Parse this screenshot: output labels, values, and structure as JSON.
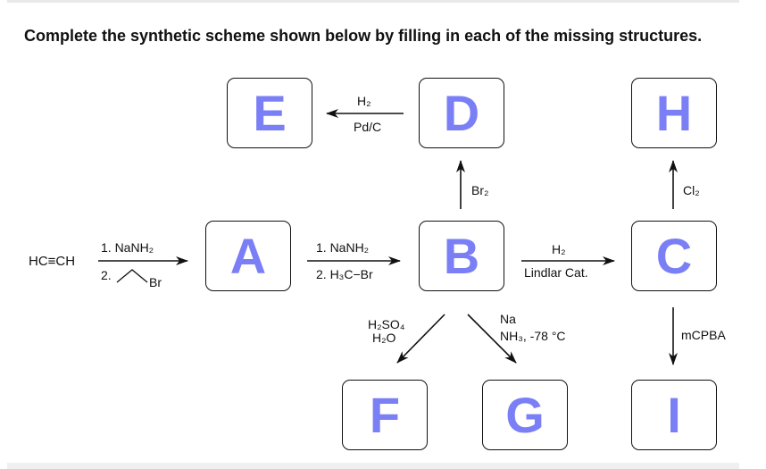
{
  "prompt": "Complete the synthetic scheme shown below by filling in each of the missing structures.",
  "start_material": "HC≡CH",
  "boxes": {
    "A": "A",
    "B": "B",
    "C": "C",
    "D": "D",
    "E": "E",
    "F": "F",
    "G": "G",
    "H": "H",
    "I": "I"
  },
  "conditions": {
    "to_A_step1": "1. NaNH₂",
    "to_A_step2": "2.",
    "to_A_reagent": "Br",
    "A_to_B_step1": "1. NaNH₂",
    "A_to_B_step2": "2. H₃C−Br",
    "B_to_C_reagent": "H₂",
    "B_to_C_catalyst": "Lindlar Cat.",
    "B_to_D": "Br₂",
    "D_to_E_reagent": "H₂",
    "D_to_E_catalyst": "Pd/C",
    "C_to_H": "Cl₂",
    "C_to_I": "mCPBA",
    "B_to_F_reagent": "H₂SO₄",
    "B_to_F_solvent": "H₂O",
    "B_to_G_reagent": "Na",
    "B_to_G_conditions": "NH₃, -78 °C"
  },
  "colors": {
    "box_letter": "#7b7ff6",
    "ink": "#111111"
  }
}
